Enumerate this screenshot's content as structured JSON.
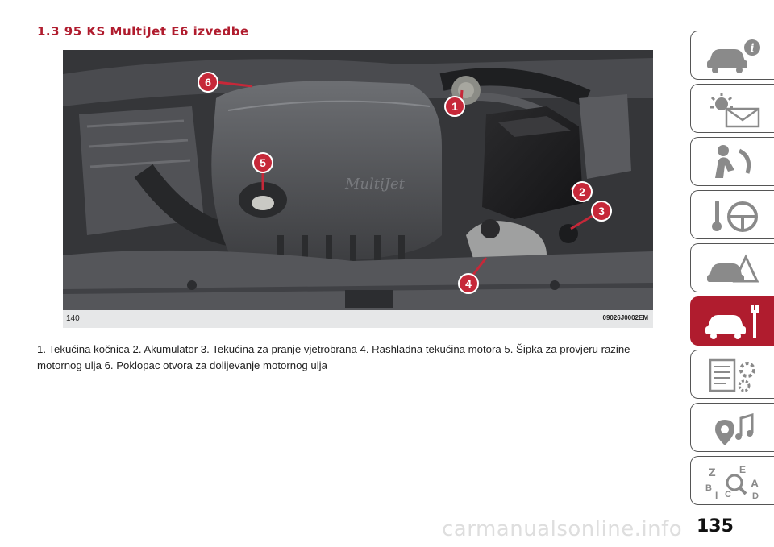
{
  "section_title": "1.3 95 KS MultiJet E6 izvedbe",
  "figure": {
    "number": "140",
    "code": "09026J0002EM",
    "callouts": [
      "1",
      "2",
      "3",
      "4",
      "5",
      "6"
    ]
  },
  "caption": "1. Tekućina kočnica 2. Akumulator 3. Tekućina za pranje vjetrobrana 4. Rashladna tekućina motora 5. Šipka za provjeru razine motornog ulja 6. Poklopac otvora za dolijevanje motornog ulja",
  "side_tabs": [
    {
      "icon": "car-info-icon",
      "active": false
    },
    {
      "icon": "warning-lights-icon",
      "active": false
    },
    {
      "icon": "safety-airbag-icon",
      "active": false
    },
    {
      "icon": "starting-driving-icon",
      "active": false
    },
    {
      "icon": "emergency-icon",
      "active": false
    },
    {
      "icon": "maintenance-icon",
      "active": true
    },
    {
      "icon": "technical-data-icon",
      "active": false
    },
    {
      "icon": "multimedia-icon",
      "active": false
    },
    {
      "icon": "index-icon",
      "active": false
    }
  ],
  "colors": {
    "accent": "#b01c2e",
    "callout": "#c62839"
  },
  "page_number": "135",
  "watermark": "carmanualsonline.info"
}
